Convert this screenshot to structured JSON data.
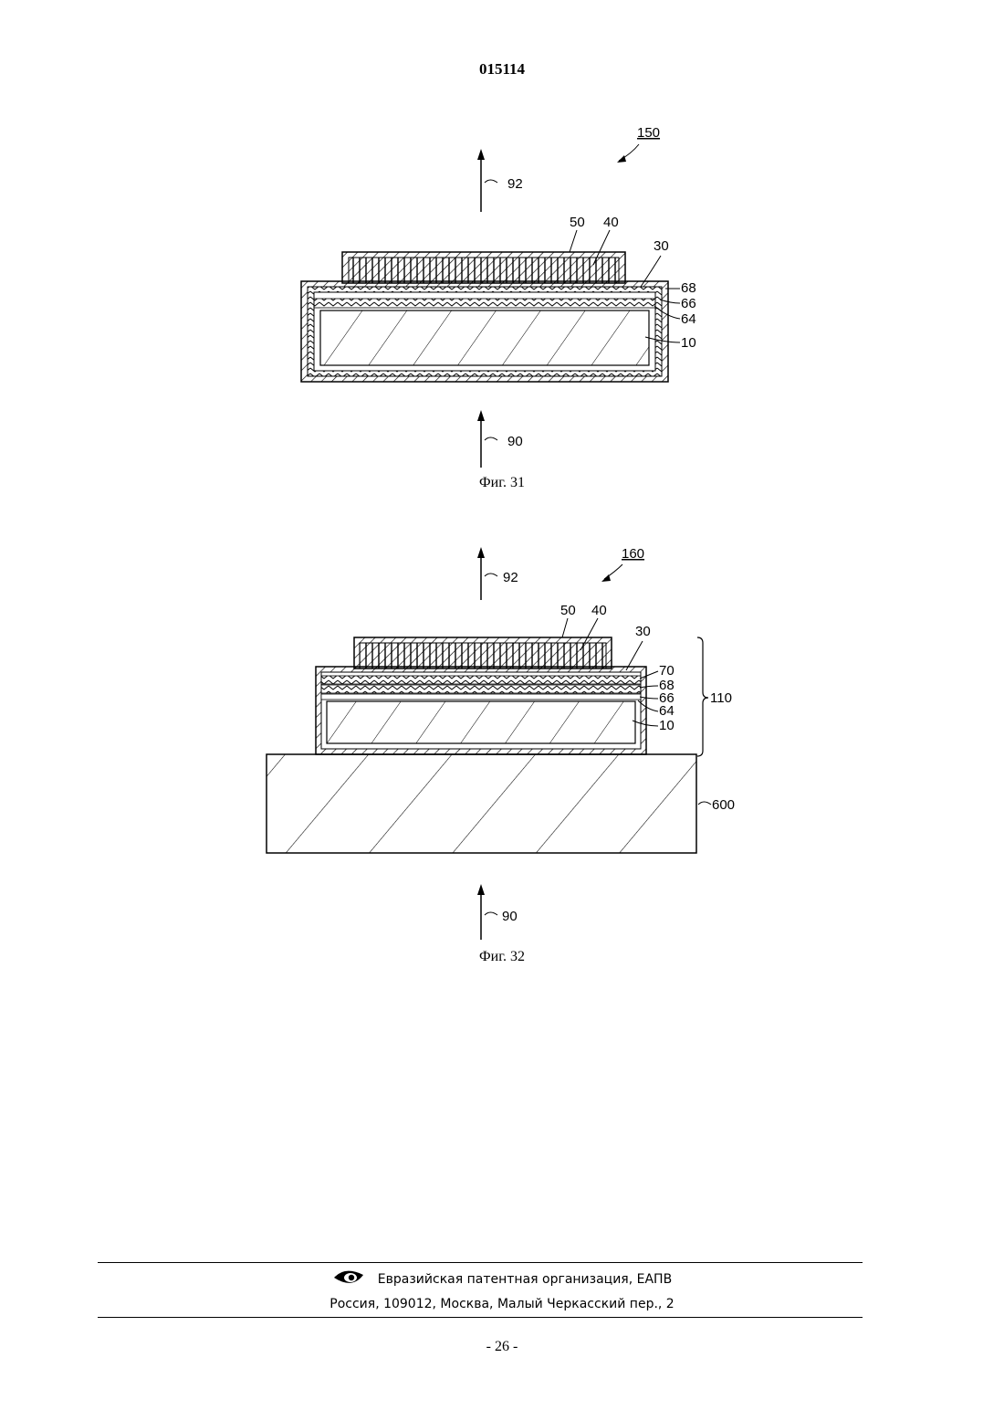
{
  "header": {
    "doc_number": "015114"
  },
  "fig31": {
    "ref_device": "150",
    "arrow_top": "92",
    "arrow_bottom": "90",
    "labels": {
      "l50": "50",
      "l40": "40",
      "l30": "30",
      "l68": "68",
      "l66": "66",
      "l64": "64",
      "l10": "10"
    },
    "caption": "Фиг. 31"
  },
  "fig32": {
    "ref_device": "160",
    "arrow_top": "92",
    "arrow_bottom": "90",
    "labels": {
      "l50": "50",
      "l40": "40",
      "l30": "30",
      "l70": "70",
      "l68": "68",
      "l66": "66",
      "l64": "64",
      "l10": "10",
      "l110": "110",
      "l600": "600"
    },
    "caption": "Фиг. 32"
  },
  "footer": {
    "org": "Евразийская патентная организация, ЕАПВ",
    "address": "Россия, 109012, Москва, Малый Черкасский пер., 2",
    "page": "- 26 -"
  }
}
